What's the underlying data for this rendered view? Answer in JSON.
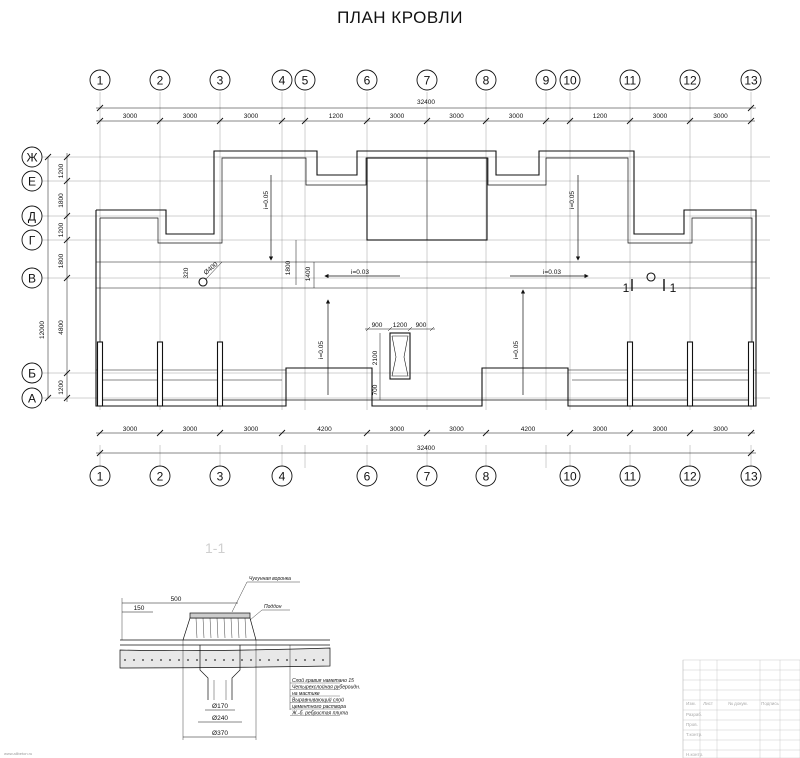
{
  "title": "ПЛАН КРОВЛИ",
  "axes_top": [
    "1",
    "2",
    "3",
    "4",
    "5",
    "6",
    "7",
    "8",
    "9",
    "10",
    "11",
    "12",
    "13"
  ],
  "axes_bottom": [
    "1",
    "2",
    "3",
    "4",
    "6",
    "7",
    "8",
    "10",
    "11",
    "12",
    "13"
  ],
  "axes_rows": [
    "Ж",
    "Е",
    "Д",
    "Г",
    "В",
    "Б",
    "А"
  ],
  "dims": {
    "overall_top": "32400",
    "overall_bottom": "32400",
    "top_chain": [
      "3000",
      "3000",
      "3000",
      "1200",
      "3000",
      "3000",
      "3000",
      "1200",
      "3000",
      "3000"
    ],
    "bottom_chain": [
      "3000",
      "3000",
      "3000",
      "4200",
      "3000",
      "3000",
      "4200",
      "3000",
      "3000",
      "3000"
    ],
    "left_chain": [
      "1200",
      "1800",
      "1200",
      "1800",
      "4800",
      "1200"
    ],
    "left_overall": "12000",
    "skylight_chain": [
      "900",
      "1200",
      "900"
    ],
    "skylight_height": "2100",
    "skylight_offset": "700",
    "funnel_offset": "320",
    "funnel_diameter": "Ø400",
    "center_stack": "1800",
    "center_stack2": "1400"
  },
  "slopes": [
    "i=0.05",
    "i=0.05",
    "i=0.03",
    "i=0.03",
    "i=0.05",
    "i=0.05"
  ],
  "section_marks": [
    "1",
    "1"
  ],
  "section": {
    "title": "1-1",
    "dims": [
      "500",
      "150",
      "Ø170",
      "Ø240",
      "Ø370"
    ],
    "callouts": [
      "Чугунная воронка",
      "Поддон"
    ],
    "layers": [
      "Слой гравия наметано 15",
      "Четырехслойная рубероидн.",
      "на мастике",
      "Выравнивающий слой",
      "цементного раствора",
      "Ж.-б. ребристая плита"
    ]
  },
  "stamp": {
    "headers": [
      "Изм.",
      "Лист",
      "№ докум.",
      "Подпись"
    ],
    "rows": [
      "Разраб.",
      "Пров.",
      "Т.контр.",
      "",
      "Н.контр.",
      "Утв."
    ]
  },
  "watermark": "www.allbeton.ru"
}
